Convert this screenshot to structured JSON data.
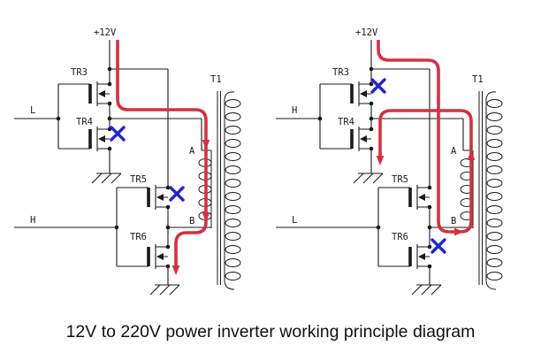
{
  "caption": "12V to 220V power inverter working principle diagram",
  "colors": {
    "wire": "#1a1a1a",
    "current": "#d6303e",
    "cross": "#2424cc",
    "label_l": "#26269e",
    "label_h": "#c04a4a"
  },
  "left": {
    "supply": "+12V",
    "tr3": "TR3",
    "tr4": "TR4",
    "tr5": "TR5",
    "tr6": "TR6",
    "transformer": "T1",
    "tap_a": "A",
    "tap_b": "B",
    "input_top": "L",
    "input_bottom": "H",
    "x_marks": [
      "TR4",
      "TR5"
    ]
  },
  "right": {
    "supply": "+12V",
    "tr3": "TR3",
    "tr4": "TR4",
    "tr5": "TR5",
    "tr6": "TR6",
    "transformer": "T1",
    "tap_a": "A",
    "tap_b": "B",
    "input_top": "H",
    "input_bottom": "L",
    "x_marks": [
      "TR3",
      "TR6"
    ]
  }
}
